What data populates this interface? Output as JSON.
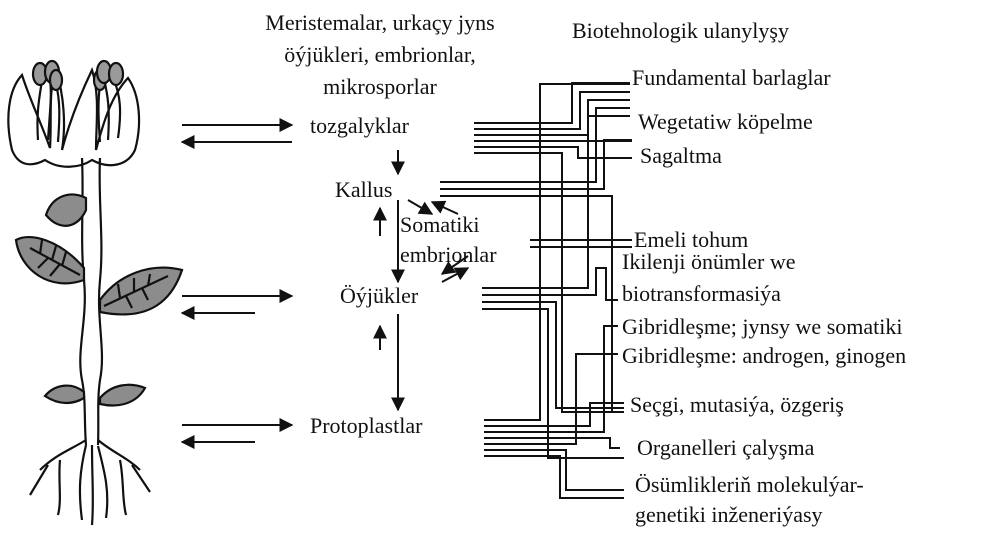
{
  "header": {
    "explant_title": [
      "Meristemalar, urkaçy jyns",
      "öýjükleri, embrionlar,",
      "mikrosporlar"
    ],
    "application_title": "Biotehnologik ulanylyşy"
  },
  "stages": {
    "tozgalyklar": "tozgalyklar",
    "kallus": "Kallus",
    "somatic": [
      "Somatiki",
      "embrionlar"
    ],
    "oyjukler": "Öýjükler",
    "protoplastlar": "Protoplastlar"
  },
  "applications": [
    [
      "Fundamental barlaglar"
    ],
    [
      "Wegetatiw köpelme"
    ],
    [
      "Sagaltma"
    ],
    [
      "Emeli tohum"
    ],
    [
      "Ikilenji önümler we",
      "biotransformasiýa"
    ],
    [
      "Gibridleşme; jynsy we somatiki"
    ],
    [
      "Gibridleşme: androgen, ginogen"
    ],
    [
      "Seçgi, mutasiýa, özgeriş"
    ],
    [
      "Organelleri çalyşma"
    ],
    [
      "Ösümlikleriň molekulýar-",
      "genetiki inženeriýasy"
    ]
  ],
  "colors": {
    "ink": "#111111",
    "leaf_fill": "#8c8c8c",
    "bud_fill": "#9a9a9a",
    "background": "#ffffff"
  }
}
